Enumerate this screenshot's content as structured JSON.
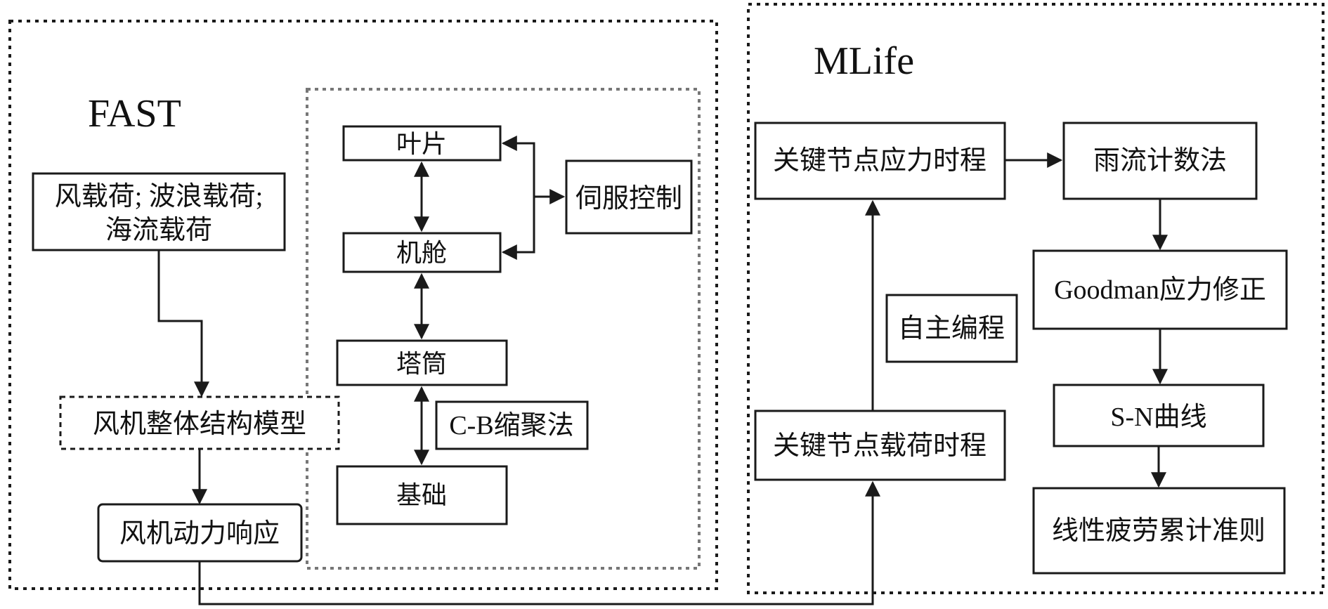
{
  "regions": {
    "fast_label": "FAST",
    "mlife_label": "MLife"
  },
  "fast": {
    "loads_line1": "风载荷; 波浪载荷;",
    "loads_line2": "海流载荷",
    "overall_model": "风机整体结构模型",
    "dynamic_response": "风机动力响应",
    "blade": "叶片",
    "nacelle": "机舱",
    "tower": "塔筒",
    "foundation": "基础",
    "servo_control": "伺服控制",
    "cb_reduction": "C-B缩聚法"
  },
  "mlife": {
    "node_stress": "关键节点应力时程",
    "rainflow": "雨流计数法",
    "goodman": "Goodman应力修正",
    "self_programming": "自主编程",
    "sn_curve": "S-N曲线",
    "node_load": "关键节点载荷时程",
    "miner_rule": "线性疲劳累计准则"
  }
}
